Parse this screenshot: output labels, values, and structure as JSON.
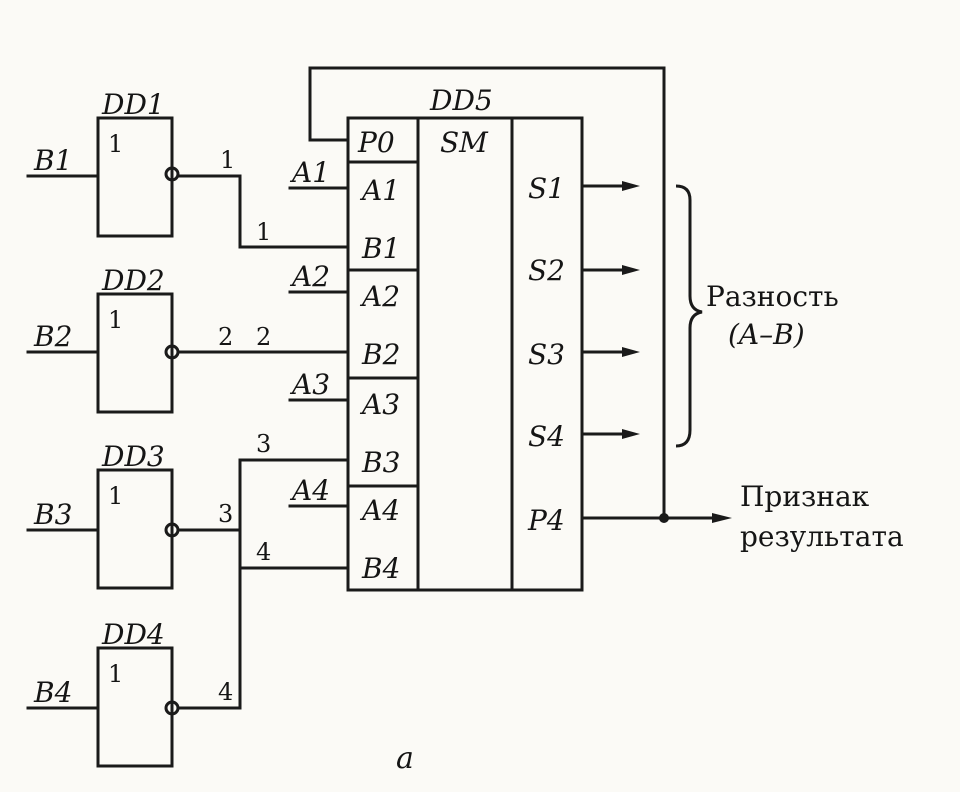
{
  "gates": [
    {
      "name": "DD1",
      "symbol": "1",
      "input": "B1",
      "output_mark": "1"
    },
    {
      "name": "DD2",
      "symbol": "1",
      "input": "B2",
      "output_mark": "2"
    },
    {
      "name": "DD3",
      "symbol": "1",
      "input": "B3",
      "output_mark": "3"
    },
    {
      "name": "DD4",
      "symbol": "1",
      "input": "B4",
      "output_mark": "4"
    }
  ],
  "bus_marks": [
    "1",
    "2",
    "3",
    "4"
  ],
  "adder": {
    "name": "DD5",
    "function": "SM",
    "inputs": [
      "P0",
      "A1",
      "B1",
      "A2",
      "B2",
      "A3",
      "B3",
      "A4",
      "B4"
    ],
    "outputs": [
      "S1",
      "S2",
      "S3",
      "S4",
      "P4"
    ]
  },
  "a_inputs": [
    "A1",
    "A2",
    "A3",
    "A4"
  ],
  "difference_label": "Разность",
  "difference_expr": "(A–B)",
  "flag_label_line1": "Признак",
  "flag_label_line2": "результата",
  "caption": "а"
}
